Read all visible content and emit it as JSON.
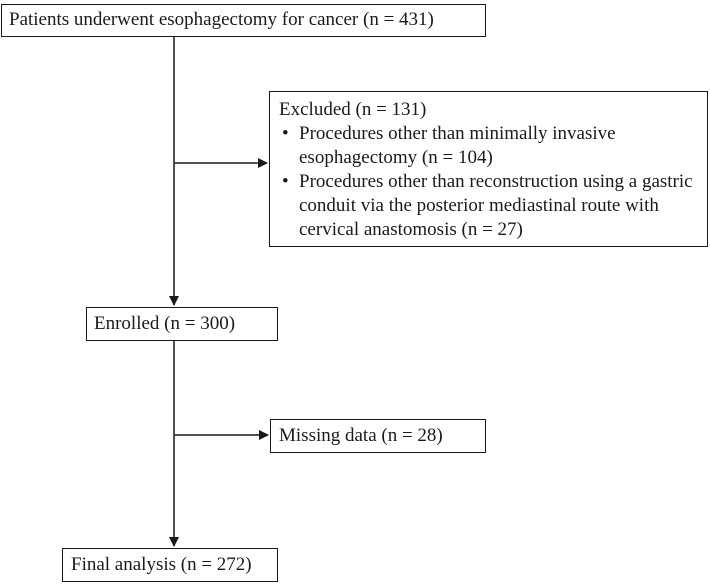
{
  "nodes": {
    "patients": "Patients underwent esophagectomy for cancer (n = 431)",
    "excluded": {
      "title": "Excluded (n = 131)",
      "items": [
        "Procedures other than minimally invasive esophagectomy (n = 104)",
        "Procedures other than reconstruction using a gastric conduit via the posterior mediastinal route with cervical anastomosis (n = 27)"
      ]
    },
    "enrolled": "Enrolled (n = 300)",
    "missing": "Missing data (n = 28)",
    "final": "Final analysis (n = 272)"
  },
  "style": {
    "line_color": "#1a1a1a",
    "box_border_color": "#1a1a1a",
    "background": "#ffffff"
  }
}
